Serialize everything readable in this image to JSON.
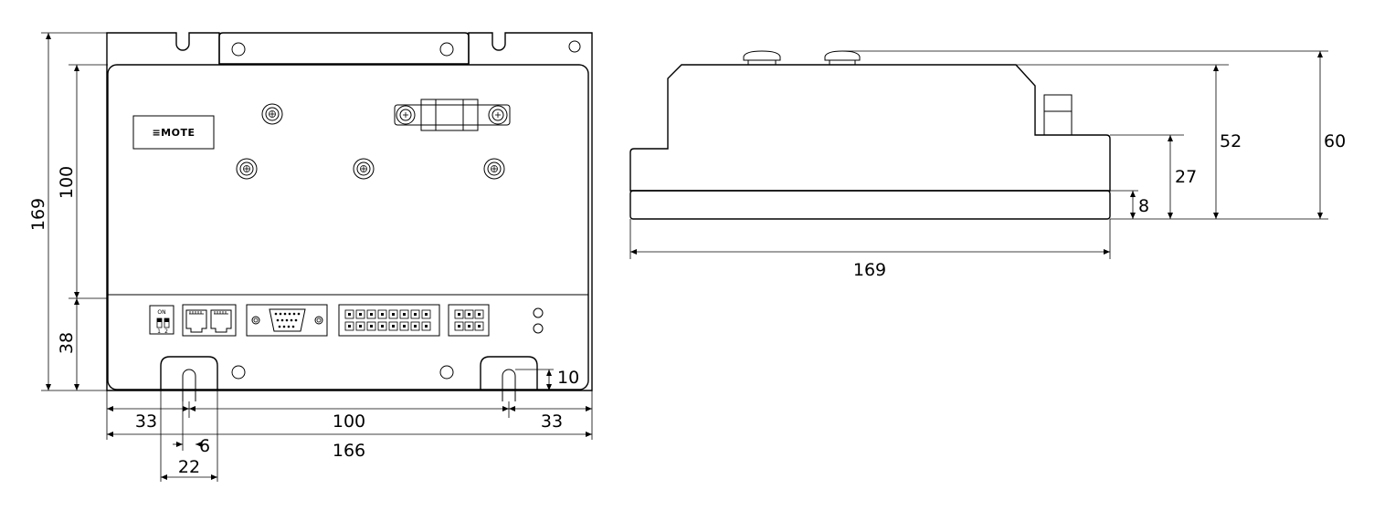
{
  "logo": {
    "text": "≡MOTE"
  },
  "dip_switch": {
    "on_label": "ON",
    "pin1": "1",
    "pin2": "2"
  },
  "front_view": {
    "dims": {
      "overall_height": "169",
      "upper_height": "100",
      "lower_height": "38",
      "slot_height": "10",
      "left_offset": "33",
      "hole_spacing": "100",
      "right_offset": "33",
      "overall_width": "166",
      "slot_width": "6",
      "tab_width": "22"
    }
  },
  "side_view": {
    "dims": {
      "overall_height": "60",
      "top_height": "52",
      "step_height": "27",
      "base_height": "8",
      "overall_length": "169"
    }
  }
}
